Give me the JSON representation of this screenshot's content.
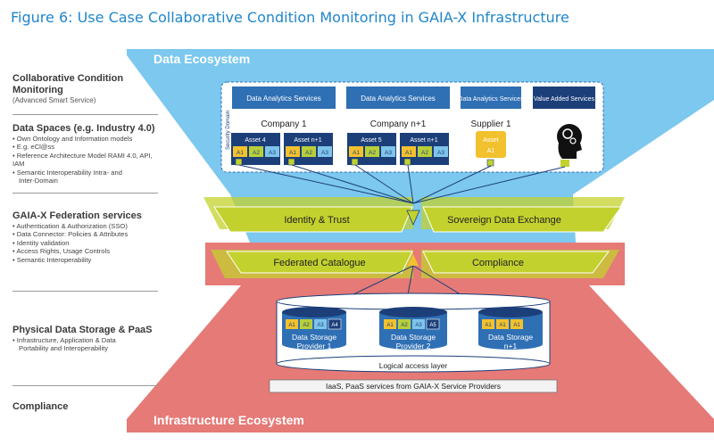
{
  "title": "Figure 6: Use Case Collaborative Condition Monitoring in GAIA-X Infrastructure",
  "sidebar": {
    "sections": [
      {
        "heading": "Collaborative Condition Monitoring",
        "sub": "(Advanced Smart Service)",
        "bullets": []
      },
      {
        "heading": "Data Spaces (e.g. Industry 4.0)",
        "sub": "",
        "bullets": [
          "• Own Ontology and Information models",
          "• E.g. eCl@ss",
          "• Reference Architecture Model RAMI 4.0, API, IAM",
          "• Semantic Interoperability Intra- and",
          "  Inter-Domain"
        ]
      },
      {
        "heading": "GAIA-X Federation services",
        "sub": "",
        "bullets": [
          "• Authentication & Authorization (SSO)",
          "• Data Connector: Policies & Attributes",
          "• Identity validation",
          "• Access Rights, Usage Controls",
          "• Semantic Interoperability"
        ]
      },
      {
        "heading": "Physical Data Storage & PaaS",
        "sub": "",
        "bullets": [
          "• Infrastructure, Application & Data",
          "  Portability and Interoperability"
        ]
      },
      {
        "heading": "Compliance",
        "sub": "",
        "bullets": []
      }
    ]
  },
  "diagram": {
    "data_ecosystem": "Data Ecosystem",
    "infrastructure_ecosystem": "Infrastructure Ecosystem",
    "security_domain": "Security Domain",
    "services": [
      "Data Analytics Services",
      "Data Analytics Services",
      "Data Analytics Services",
      "Value Added Services"
    ],
    "companies": [
      "Company 1",
      "Company n+1",
      "Supplier 1"
    ],
    "assets": [
      "Asset 4",
      "Asset n+1",
      "Asset 5",
      "Asset n+1"
    ],
    "supplier_asset": "Asset A1",
    "chips": [
      "A1",
      "A2",
      "A3"
    ],
    "bands": {
      "identity": "Identity & Trust",
      "sovereign": "Sovereign Data Exchange",
      "catalogue": "Federated Catalogue",
      "compliance": "Compliance"
    },
    "storage": [
      {
        "line1": "Data Storage",
        "line2": "Provider 1",
        "chips": [
          "A1",
          "A2",
          "A3",
          "A4"
        ]
      },
      {
        "line1": "Data Storage",
        "line2": "Provider 2",
        "chips": [
          "A1",
          "A2",
          "A3",
          "A5"
        ]
      },
      {
        "line1": "Data Storage",
        "line2": "n+1",
        "chips": [
          "A1",
          "A1",
          "A1"
        ]
      }
    ],
    "logical_access": "Logical access layer",
    "iaas": "IaaS, PaaS services from GAIA-X Service Providers"
  },
  "colors": {
    "title": "#1f86c8",
    "data_eco": "#7cc8ee",
    "infra_eco": "#e57a77",
    "band": "#c3d12e",
    "dark_blue": "#1c3f7a",
    "mid_blue": "#2f6fb4",
    "chip_yellow": "#f2c12e",
    "chip_green": "#b8cf3a",
    "chip_blue": "#7fc4ea"
  }
}
